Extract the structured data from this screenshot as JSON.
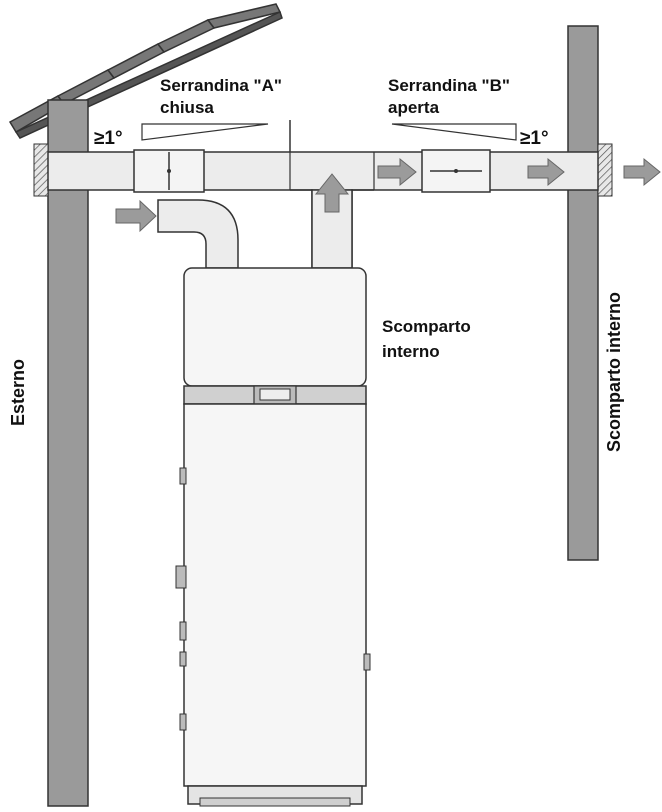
{
  "labels": {
    "damper_a_line1": "Serrandina \"A\"",
    "damper_a_line2": "chiusa",
    "damper_b_line1": "Serrandina \"B\"",
    "damper_b_line2": "aperta",
    "angle_left": "≥1°",
    "angle_right": "≥1°",
    "room_line1": "Scomparto",
    "room_line2": "interno",
    "outside": "Esterno",
    "inside_wall": "Scomparto interno"
  },
  "colors": {
    "line": "#333333",
    "wall_fill": "#9a9a9a",
    "duct_fill": "#ececec",
    "arrow_fill": "#9b9b9b",
    "tank_fill": "#f6f6f6",
    "band_fill": "#d0d0d0"
  }
}
